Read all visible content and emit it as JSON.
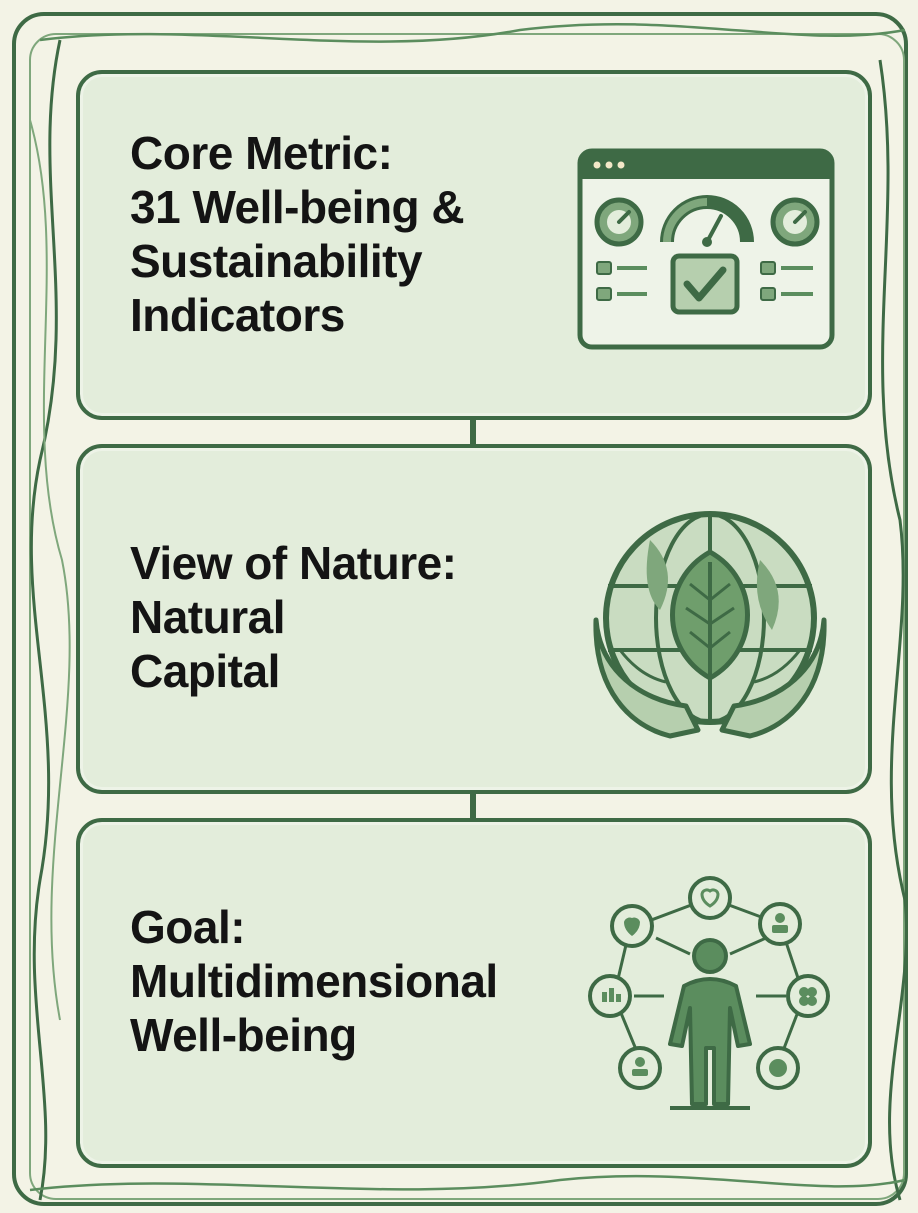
{
  "panels": [
    {
      "id": "core-metric",
      "lines": [
        "Core Metric:",
        "31 Well-being &",
        "Sustainability",
        "Indicators"
      ],
      "icon": "dashboard-icon"
    },
    {
      "id": "view-of-nature",
      "lines": [
        "View of Nature:",
        "Natural",
        "Capital"
      ],
      "icon": "globe-leaf-hands-icon"
    },
    {
      "id": "goal",
      "lines": [
        "Goal:",
        "Multidimensional",
        "Well-being"
      ],
      "icon": "person-network-icon"
    }
  ],
  "colors": {
    "background": "#f3f3e6",
    "panel_fill": "#e3eddb",
    "border": "#3e6a45",
    "accent": "#5b8d5e",
    "text": "#141414"
  }
}
